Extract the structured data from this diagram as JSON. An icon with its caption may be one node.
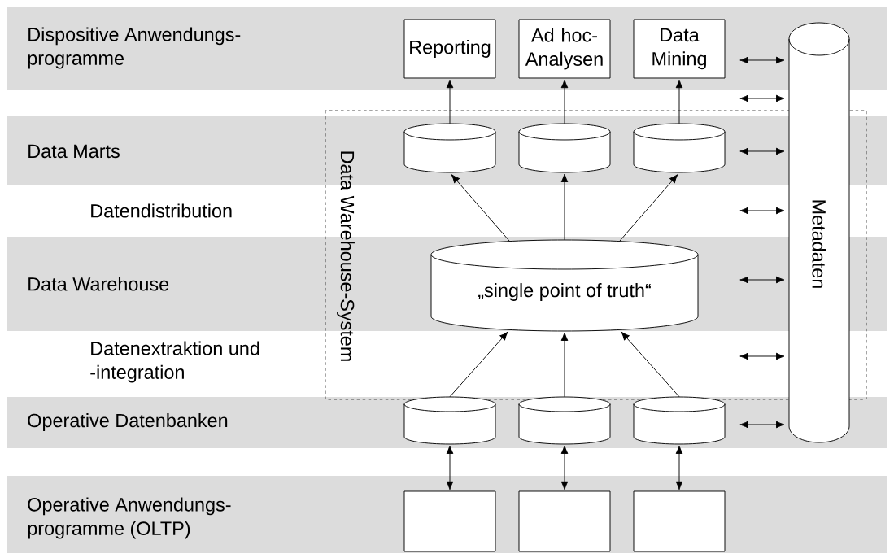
{
  "diagram": {
    "nodes": [
      {
        "text": [
          "Reporting"
        ]
      },
      {
        "text": [
          "Ad hoc- Analysen"
        ]
      },
      {
        "text": [
          "Data Mining"
        ]
      },
      {
        "text": [],
        "shape": "cylinder"
      },
      {
        "text": [],
        "shape": "cylinder"
      },
      {
        "text": [],
        "shape": "cylinder"
      },
      {
        "text": [
          "„single point of truth“"
        ]
      },
      {
        "text": [],
        "shape": "cylinder"
      },
      {
        "text": [],
        "shape": "cylinder"
      },
      {
        "text": [],
        "shape": "cylinder"
      },
      {
        "text": [],
        "shape": "box"
      },
      {
        "text": [],
        "shape": "box"
      },
      {
        "text": [],
        "shape": "box"
      },
      {
        "text": [
          "Metadaten"
        ]
      }
    ],
    "edges": [
      {
        "from": 3,
        "to": 0,
        "arrow": "to"
      },
      {
        "from": 4,
        "to": 1,
        "arrow": "to"
      },
      {
        "from": 5,
        "to": 2,
        "arrow": "to"
      },
      {
        "from": 6,
        "to": 3,
        "arrow": "to"
      },
      {
        "from": 6,
        "to": 4,
        "arrow": "to"
      },
      {
        "from": 6,
        "to": 5,
        "arrow": "to"
      },
      {
        "from": 7,
        "to": 6,
        "arrow": "to"
      },
      {
        "from": 8,
        "to": 6,
        "arrow": "to"
      },
      {
        "from": 9,
        "to": 6,
        "arrow": "to"
      },
      {
        "from": 7,
        "to": 10,
        "arrow": "both"
      },
      {
        "from": 8,
        "to": 11,
        "arrow": "both"
      },
      {
        "from": 9,
        "to": 12,
        "arrow": "both"
      },
      {
        "from": null,
        "to": 13,
        "arrow": "both"
      },
      {
        "from": null,
        "to": 13,
        "arrow": "both"
      },
      {
        "from": null,
        "to": 13,
        "arrow": "both"
      },
      {
        "from": null,
        "to": 13,
        "arrow": "both"
      },
      {
        "from": null,
        "to": 13,
        "arrow": "both"
      },
      {
        "from": null,
        "to": 13,
        "arrow": "both"
      },
      {
        "from": null,
        "to": 13,
        "arrow": "both"
      }
    ],
    "labels": [
      "Dispositive Anwendungs- programme",
      "Data Marts",
      "Datendistribution",
      "Data Warehouse-System",
      "Data Warehouse",
      "Datenextraktion und -integration",
      "Operative Datenbanken",
      "Operative Anwendungs- programme (OLTP)"
    ]
  }
}
